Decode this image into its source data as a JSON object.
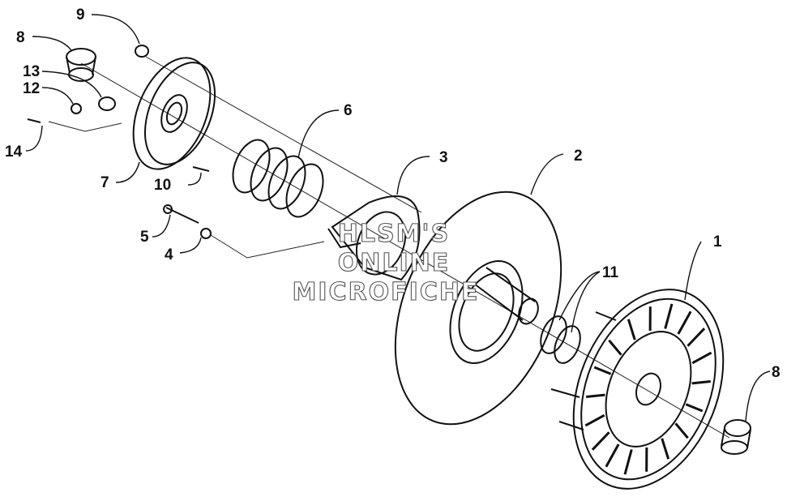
{
  "diagram": {
    "callouts": [
      {
        "id": "c1",
        "label": "1"
      },
      {
        "id": "c2",
        "label": "2"
      },
      {
        "id": "c3",
        "label": "3"
      },
      {
        "id": "c4",
        "label": "4"
      },
      {
        "id": "c5",
        "label": "5"
      },
      {
        "id": "c6",
        "label": "6"
      },
      {
        "id": "c7",
        "label": "7"
      },
      {
        "id": "c8a",
        "label": "8"
      },
      {
        "id": "c8b",
        "label": "8"
      },
      {
        "id": "c9",
        "label": "9"
      },
      {
        "id": "c10",
        "label": "10"
      },
      {
        "id": "c11",
        "label": "11"
      },
      {
        "id": "c12",
        "label": "12"
      },
      {
        "id": "c13",
        "label": "13"
      },
      {
        "id": "c14",
        "label": "14"
      }
    ],
    "watermark": {
      "line1": "HLSM'S",
      "line2": "ONLINE",
      "line3": "MICROFICHE"
    }
  }
}
